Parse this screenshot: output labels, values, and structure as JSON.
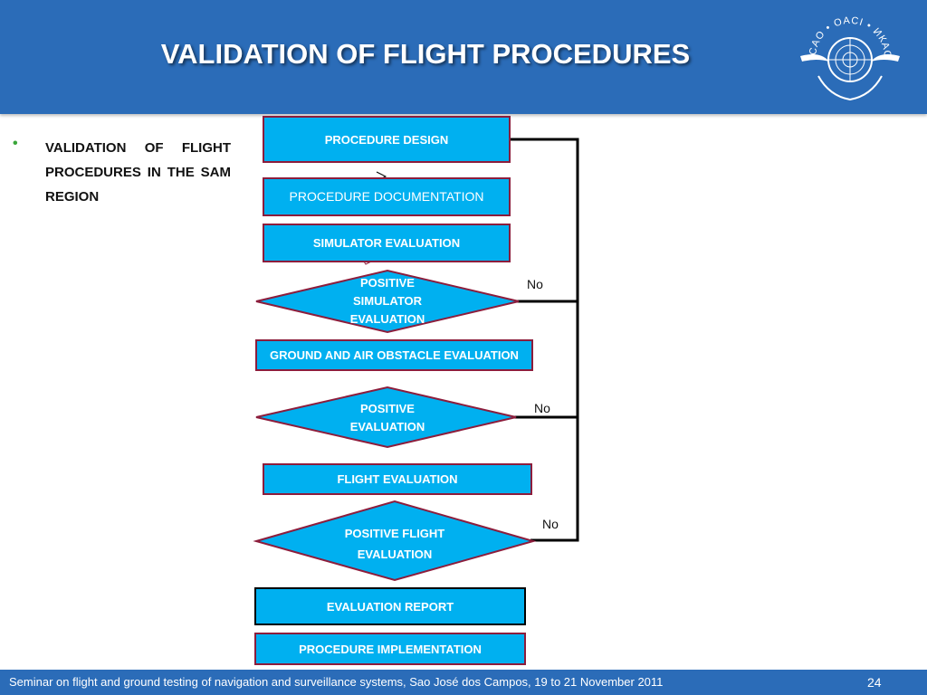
{
  "slide": {
    "title": "VALIDATION OF FLIGHT PROCEDURES",
    "logo_text": "ICAO • OACI • ИКАО",
    "bullet": "VALIDATION OF FLIGHT PROCEDURES IN THE SAM REGION"
  },
  "flow": {
    "procedure_design": "PROCEDURE DESIGN",
    "procedure_documentation": "PROCEDURE DOCUMENTATION",
    "simulator_evaluation": "SIMULATOR EVALUATION",
    "positive_simulator_evaluation": "POSITIVE SIMULATOR EVALUATION",
    "ground_air_obstacle": "GROUND AND AIR OBSTACLE EVALUATION",
    "positive_evaluation": "POSITIVE EVALUATION",
    "flight_evaluation": "FLIGHT EVALUATION",
    "positive_flight_evaluation": "POSITIVE FLIGHT EVALUATION",
    "evaluation_report": "EVALUATION REPORT",
    "procedure_implementation": "PROCEDURE IMPLEMENTATION",
    "no_1": "No",
    "no_2": "No",
    "no_3": "No"
  },
  "footer": {
    "text": "Seminar on flight and ground testing of navigation and surveillance systems, Sao José dos Campos, 19 to 21 November  2011",
    "page": "24"
  },
  "colors": {
    "header": "#2b6cb8",
    "box_fill": "#00b0f0",
    "box_border": "#8c1d3c"
  }
}
